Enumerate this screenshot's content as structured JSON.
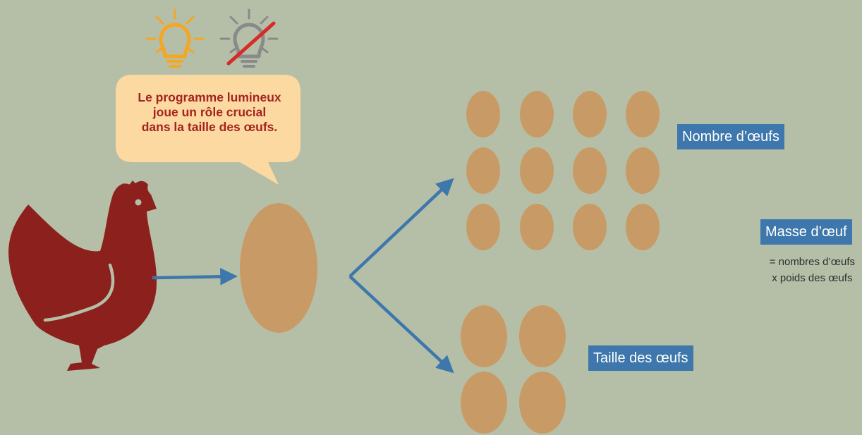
{
  "colors": {
    "background": "#b5bfa7",
    "hen": "#8b201d",
    "egg": "#c89b66",
    "arrow": "#3d77ab",
    "bulb_on": "#f5a623",
    "bulb_off": "#8a8a8a",
    "strike": "#d62b26",
    "bubble": "#fdd9a2",
    "bubble_text": "#a3231f",
    "label_bg": "#3d77ab"
  },
  "icons": [
    "light-bulb-on-icon",
    "light-bulb-off-icon",
    "hen-icon",
    "egg-icon"
  ],
  "bubble": {
    "lines": [
      "Le programme lumineux",
      "joue un rôle crucial",
      "dans la taille des œufs."
    ]
  },
  "labels": {
    "egg_count": "Nombre d’œufs",
    "egg_size": "Taille des œufs",
    "egg_mass": "Masse d’œuf"
  },
  "formula": {
    "line1": "= nombres d’œufs",
    "line2": "x poids des œufs"
  }
}
